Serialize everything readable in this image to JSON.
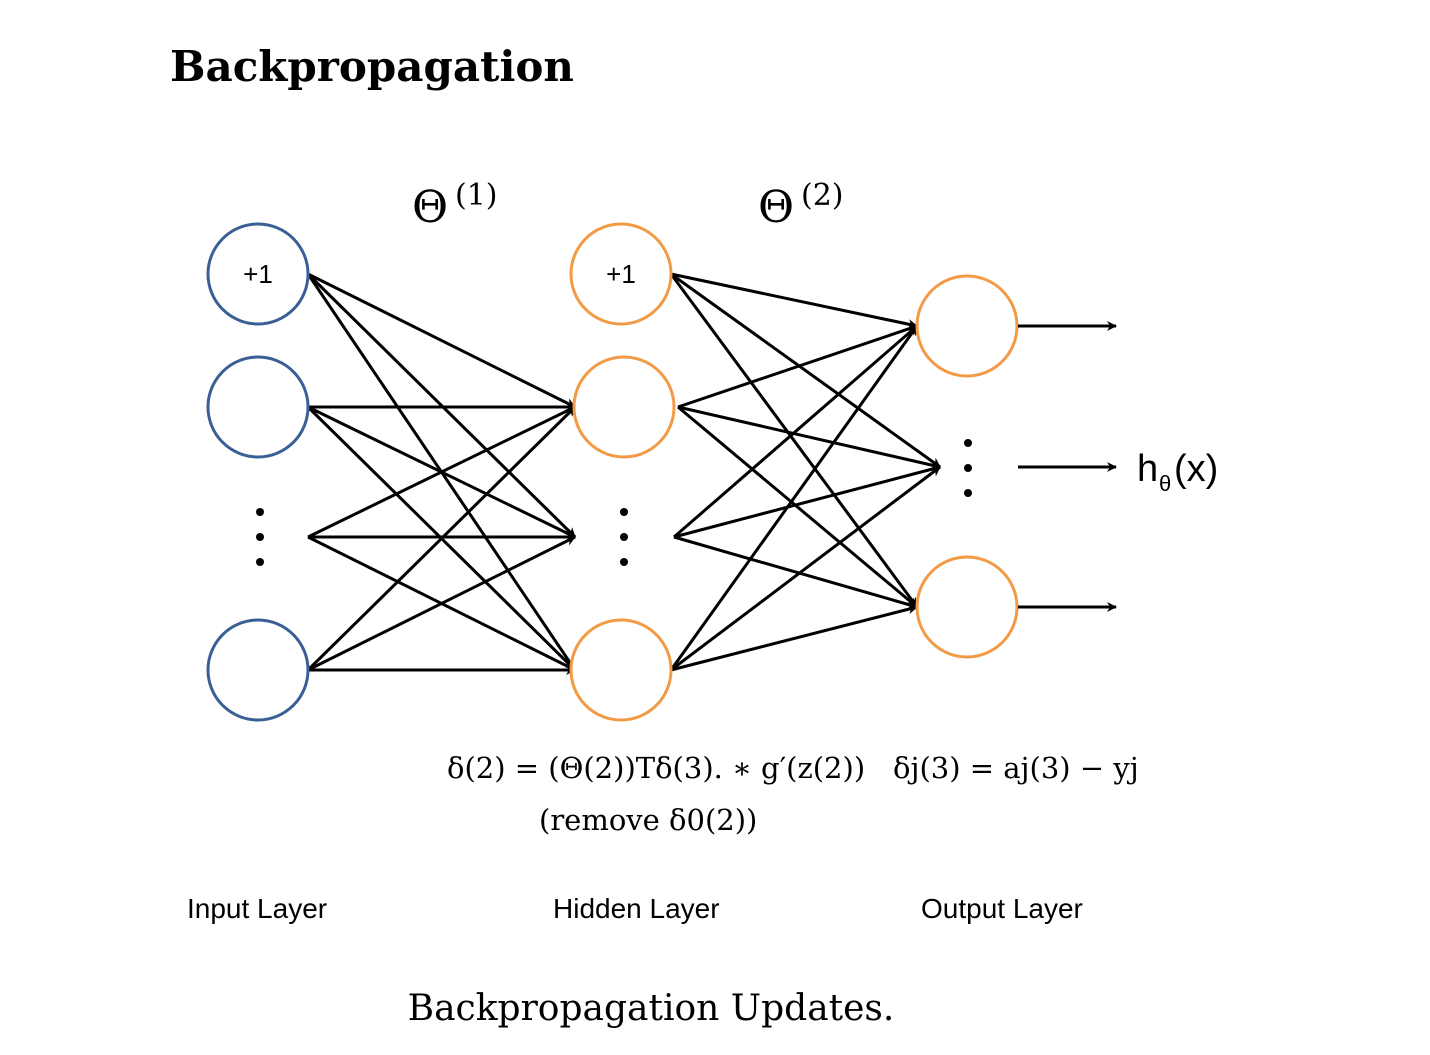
{
  "heading": "Backpropagation",
  "caption": "Backpropagation Updates.",
  "colors": {
    "input_node": "#3a5f95",
    "hidden_node": "#f29a46",
    "output_node": "#f29a46",
    "edge": "#000000"
  },
  "weights": {
    "theta1": {
      "symbol": "Θ",
      "superscript": "(1)"
    },
    "theta2": {
      "symbol": "Θ",
      "superscript": "(2)"
    }
  },
  "bias_label": "+1",
  "output": {
    "label": "h",
    "subscript": "θ",
    "argument": "(x)"
  },
  "layers": [
    {
      "name": "Input Layer",
      "icon": "circle-node"
    },
    {
      "name": "Hidden Layer",
      "icon": "circle-node"
    },
    {
      "name": "Output Layer",
      "icon": "circle-node"
    }
  ],
  "equations": {
    "hidden_delta": "δ(2) = (Θ(2))Tδ(3). ∗ g′(z(2))",
    "hidden_delta_note": "(remove δ0(2))",
    "output_delta": "δj(3) = aj(3) − yj"
  }
}
